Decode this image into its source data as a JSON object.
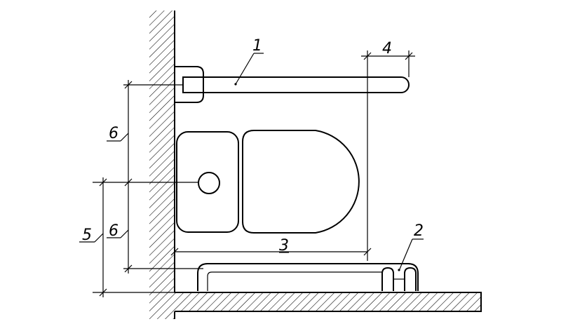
{
  "labels": {
    "grab_bar": "1",
    "folding_rail": "2",
    "projection_length": "3",
    "rail_overhang": "4",
    "rail_height": "5",
    "spacing_upper": "6",
    "spacing_lower": "6"
  }
}
